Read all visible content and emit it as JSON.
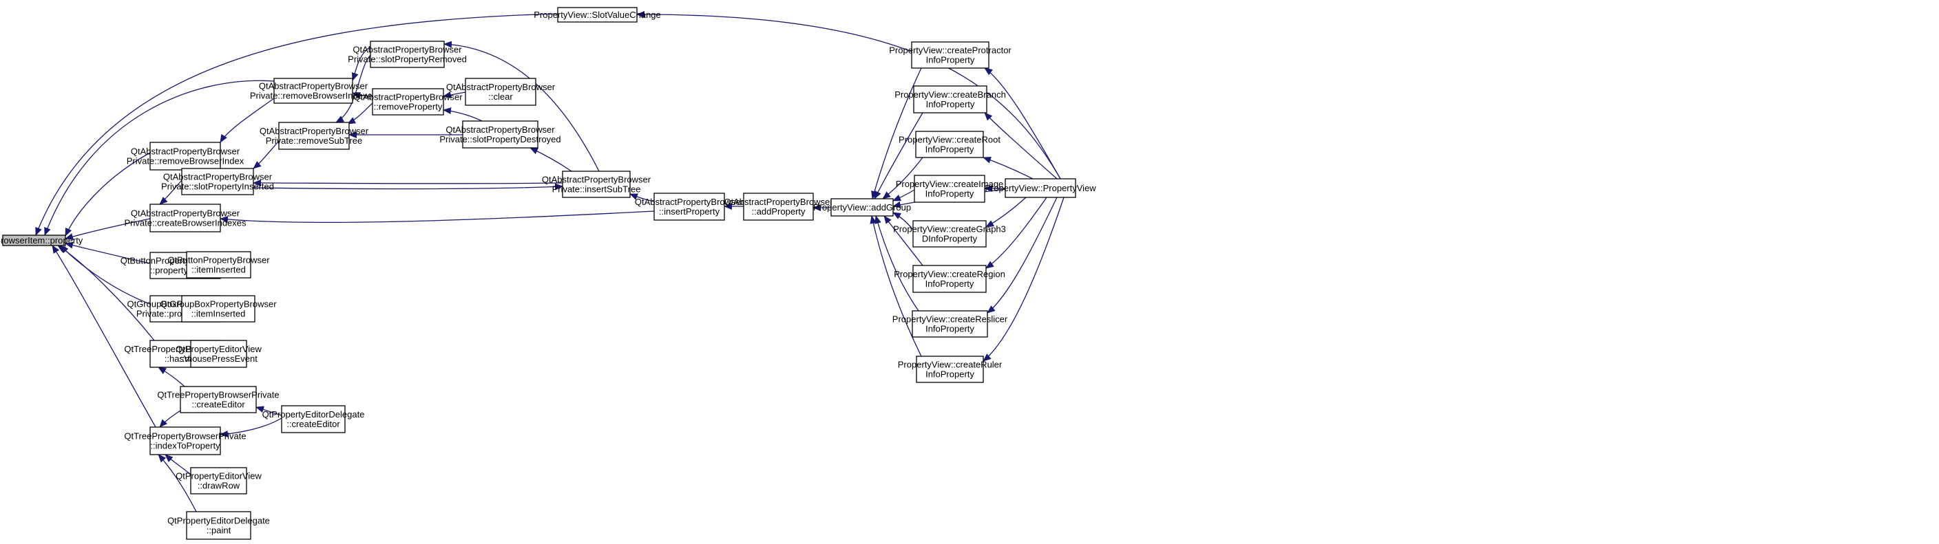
{
  "diagram": {
    "type": "call-graph",
    "colors": {
      "edge": "#191970",
      "root_fill": "#bfbfbf",
      "node_fill": "#ffffff",
      "node_stroke": "#000000"
    },
    "nodes": [
      {
        "id": "n0",
        "lines": [
          "QtBrowserItem::property"
        ],
        "root": true
      },
      {
        "id": "n1",
        "lines": [
          "QtAbstractPropertyBrowser",
          "Private::removeBrowserIndex"
        ]
      },
      {
        "id": "n2",
        "lines": [
          "QtAbstractPropertyBrowser",
          "Private::createBrowserIndexes"
        ]
      },
      {
        "id": "n3",
        "lines": [
          "QtButtonPropertyBrowserPrivate",
          "::propertyInserted"
        ]
      },
      {
        "id": "n4",
        "lines": [
          "QtGroupBoxPropertyBrowser",
          "Private::propertyInserted"
        ]
      },
      {
        "id": "n5",
        "lines": [
          "QtTreePropertyBrowserPrivate",
          "::hasValue"
        ]
      },
      {
        "id": "n6",
        "lines": [
          "QtTreePropertyBrowserPrivate",
          "::indexToProperty"
        ]
      },
      {
        "id": "n7",
        "lines": [
          "QtAbstractPropertyBrowser",
          "Private::removeBrowserIndexes"
        ]
      },
      {
        "id": "n8",
        "lines": [
          "QtAbstractPropertyBrowser",
          "Private::removeSubTree"
        ]
      },
      {
        "id": "n9",
        "lines": [
          "QtAbstractPropertyBrowser",
          "Private::slotPropertyInserted"
        ]
      },
      {
        "id": "n10",
        "lines": [
          "QtButtonPropertyBrowser",
          "::itemInserted"
        ]
      },
      {
        "id": "n11",
        "lines": [
          "QtGroupBoxPropertyBrowser",
          "::itemInserted"
        ]
      },
      {
        "id": "n12",
        "lines": [
          "QtPropertyEditorView",
          "::mousePressEvent"
        ]
      },
      {
        "id": "n13",
        "lines": [
          "QtTreePropertyBrowserPrivate",
          "::createEditor"
        ]
      },
      {
        "id": "n14",
        "lines": [
          "QtPropertyEditorView",
          "::drawRow"
        ]
      },
      {
        "id": "n15",
        "lines": [
          "QtPropertyEditorDelegate",
          "::paint"
        ]
      },
      {
        "id": "n16",
        "lines": [
          "QtAbstractPropertyBrowser",
          "Private::slotPropertyRemoved"
        ]
      },
      {
        "id": "n17",
        "lines": [
          "QtAbstractPropertyBrowser",
          "::removeProperty"
        ]
      },
      {
        "id": "n18",
        "lines": [
          "QtPropertyEditorDelegate",
          "::createEditor"
        ]
      },
      {
        "id": "n19",
        "lines": [
          "QtAbstractPropertyBrowser",
          "::clear"
        ]
      },
      {
        "id": "n20",
        "lines": [
          "QtAbstractPropertyBrowser",
          "Private::slotPropertyDestroyed"
        ]
      },
      {
        "id": "n21",
        "lines": [
          "PropertyView::SlotValueChange"
        ]
      },
      {
        "id": "n22",
        "lines": [
          "QtAbstractPropertyBrowser",
          "Private::insertSubTree"
        ]
      },
      {
        "id": "n23",
        "lines": [
          "QtAbstractPropertyBrowser",
          "::insertProperty"
        ]
      },
      {
        "id": "n24",
        "lines": [
          "QtAbstractPropertyBrowser",
          "::addProperty"
        ]
      },
      {
        "id": "n25",
        "lines": [
          "PropertyView::addGroup"
        ]
      },
      {
        "id": "n26",
        "lines": [
          "PropertyView::createProtractor",
          "InfoProperty"
        ]
      },
      {
        "id": "n27",
        "lines": [
          "PropertyView::createBranch",
          "InfoProperty"
        ]
      },
      {
        "id": "n28",
        "lines": [
          "PropertyView::createRoot",
          "InfoProperty"
        ]
      },
      {
        "id": "n29",
        "lines": [
          "PropertyView::createImage",
          "InfoProperty"
        ]
      },
      {
        "id": "n30",
        "lines": [
          "PropertyView::createGraph3",
          "DInfoProperty"
        ]
      },
      {
        "id": "n31",
        "lines": [
          "PropertyView::createRegion",
          "InfoProperty"
        ]
      },
      {
        "id": "n32",
        "lines": [
          "PropertyView::createReslicer",
          "InfoProperty"
        ]
      },
      {
        "id": "n33",
        "lines": [
          "PropertyView::createRuler",
          "InfoProperty"
        ]
      },
      {
        "id": "n34",
        "lines": [
          "PropertyView::PropertyView"
        ]
      }
    ],
    "edges": [
      {
        "from": "n1",
        "to": "n0"
      },
      {
        "from": "n2",
        "to": "n0"
      },
      {
        "from": "n3",
        "to": "n0"
      },
      {
        "from": "n4",
        "to": "n0"
      },
      {
        "from": "n5",
        "to": "n0"
      },
      {
        "from": "n6",
        "to": "n0"
      },
      {
        "from": "n7",
        "to": "n0"
      },
      {
        "from": "n21",
        "to": "n0"
      },
      {
        "from": "n7",
        "to": "n1"
      },
      {
        "from": "n9",
        "to": "n2"
      },
      {
        "from": "n23",
        "to": "n2"
      },
      {
        "from": "n10",
        "to": "n3"
      },
      {
        "from": "n11",
        "to": "n4"
      },
      {
        "from": "n12",
        "to": "n5"
      },
      {
        "from": "n13",
        "to": "n5"
      },
      {
        "from": "n13",
        "to": "n6"
      },
      {
        "from": "n18",
        "to": "n6"
      },
      {
        "from": "n14",
        "to": "n6"
      },
      {
        "from": "n15",
        "to": "n6"
      },
      {
        "from": "n16",
        "to": "n7"
      },
      {
        "from": "n17",
        "to": "n7"
      },
      {
        "from": "n16",
        "to": "n8"
      },
      {
        "from": "n17",
        "to": "n8"
      },
      {
        "from": "n20",
        "to": "n8"
      },
      {
        "from": "n8",
        "to": "n9"
      },
      {
        "from": "n22",
        "to": "n9"
      },
      {
        "from": "n9",
        "to": "n22"
      },
      {
        "from": "n18",
        "to": "n13"
      },
      {
        "from": "n22",
        "to": "n16"
      },
      {
        "from": "n19",
        "to": "n17"
      },
      {
        "from": "n20",
        "to": "n17"
      },
      {
        "from": "n22",
        "to": "n20"
      },
      {
        "from": "n23",
        "to": "n22"
      },
      {
        "from": "n24",
        "to": "n23"
      },
      {
        "from": "n25",
        "to": "n24"
      },
      {
        "from": "n26",
        "to": "n25"
      },
      {
        "from": "n27",
        "to": "n25"
      },
      {
        "from": "n28",
        "to": "n25"
      },
      {
        "from": "n29",
        "to": "n25"
      },
      {
        "from": "n30",
        "to": "n25"
      },
      {
        "from": "n31",
        "to": "n25"
      },
      {
        "from": "n32",
        "to": "n25"
      },
      {
        "from": "n33",
        "to": "n25"
      },
      {
        "from": "n34",
        "to": "n25"
      },
      {
        "from": "n34",
        "to": "n21"
      },
      {
        "from": "n34",
        "to": "n26"
      },
      {
        "from": "n34",
        "to": "n27"
      },
      {
        "from": "n34",
        "to": "n28"
      },
      {
        "from": "n34",
        "to": "n29"
      },
      {
        "from": "n34",
        "to": "n30"
      },
      {
        "from": "n34",
        "to": "n31"
      },
      {
        "from": "n34",
        "to": "n32"
      },
      {
        "from": "n34",
        "to": "n33"
      }
    ]
  }
}
